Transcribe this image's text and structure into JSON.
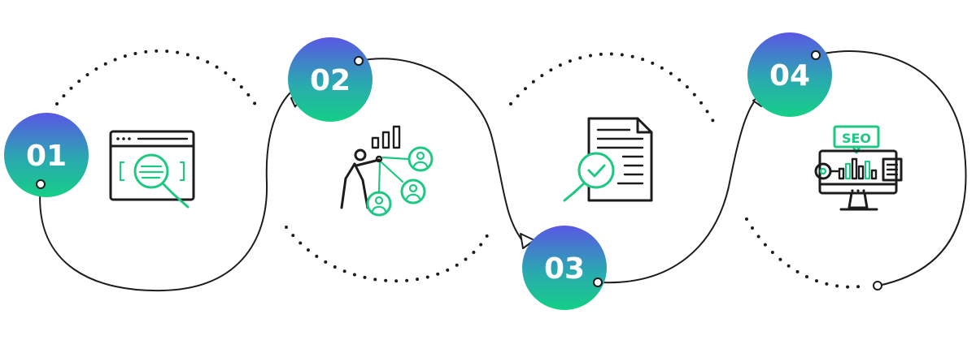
{
  "colors": {
    "accent": "#1ec883",
    "gradient_top": "#5a57e4",
    "gradient_bottom": "#15cf86",
    "ink": "#1c1c1c"
  },
  "steps": [
    {
      "number": "01",
      "icon": "browser-search-icon"
    },
    {
      "number": "02",
      "icon": "presenter-network-icon"
    },
    {
      "number": "03",
      "icon": "document-check-icon"
    },
    {
      "number": "04",
      "icon": "seo-monitor-icon"
    }
  ],
  "seo_badge": {
    "label": "SEO"
  }
}
